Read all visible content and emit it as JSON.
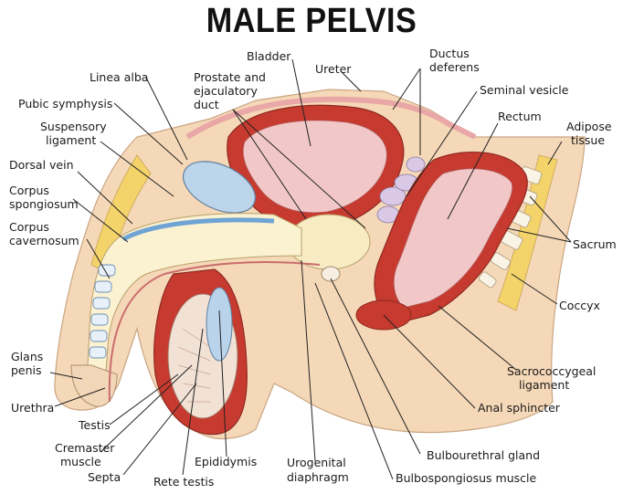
{
  "title": "MALE PELVIS",
  "labels": {
    "bladder": "Bladder",
    "ureter": "Ureter",
    "ductus": [
      "Ductus",
      "deferens"
    ],
    "linea_alba": "Linea alba",
    "prostate": [
      "Prostate and",
      "ejaculatory",
      "duct"
    ],
    "seminal_vesicle": "Seminal vesicle",
    "rectum": "Rectum",
    "adipose": [
      "Adipose",
      "tissue"
    ],
    "pubic_symphysis": "Pubic symphysis",
    "suspensory": [
      "Suspensory",
      "ligament"
    ],
    "dorsal_vein": "Dorsal vein",
    "corpus_spongiosum": [
      "Corpus",
      "spongiosum"
    ],
    "corpus_cavernosum": [
      "Corpus",
      "cavernosum"
    ],
    "sacrum": "Sacrum",
    "coccyx": "Coccyx",
    "glans": [
      "Glans",
      "penis"
    ],
    "urethra": "Urethra",
    "testis": "Testis",
    "cremaster": [
      "Cremaster",
      "muscle"
    ],
    "septa": "Septa",
    "rete_testis": "Rete testis",
    "epididymis": "Epididymis",
    "urogenital": [
      "Urogenital",
      "diaphragm"
    ],
    "bulbourethral": "Bulbourethral gland",
    "bulbospongiosus": "Bulbospongiosus muscle",
    "sacrococcygeal": [
      "Sacrococcygeal",
      "ligament"
    ],
    "anal_sphincter": "Anal sphincter"
  }
}
